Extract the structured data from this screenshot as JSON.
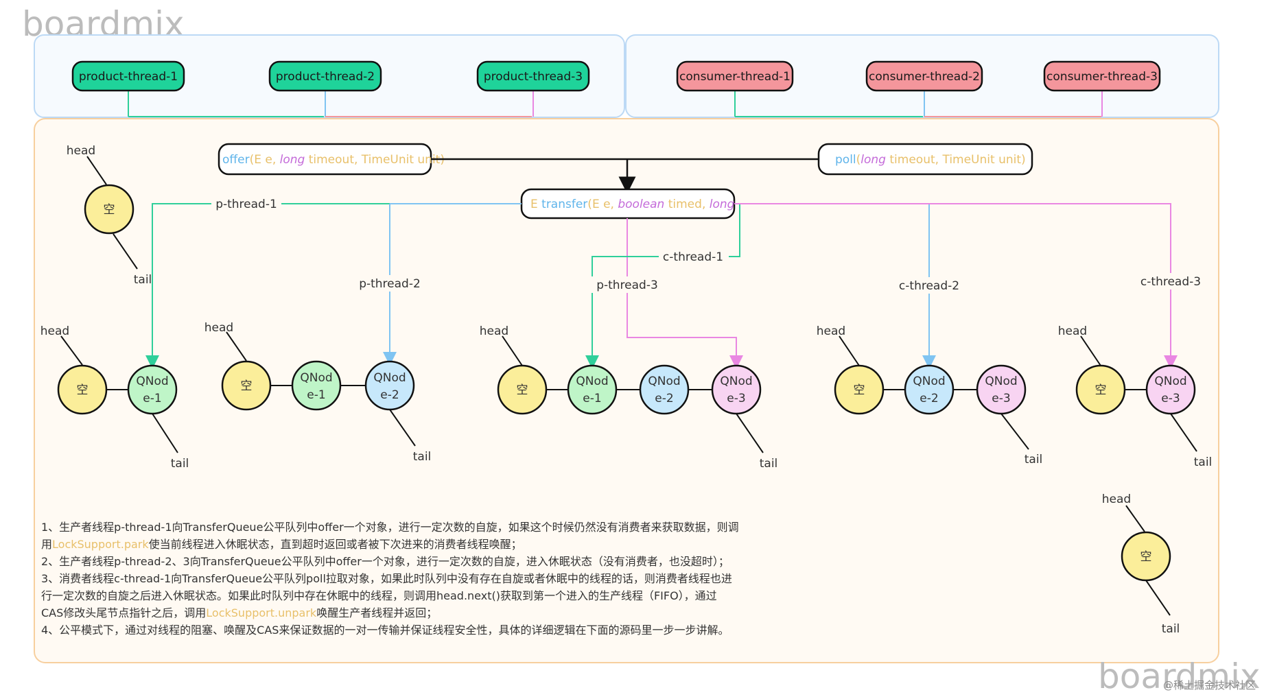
{
  "watermark": "boardmix",
  "producers": [
    "product-thread-1",
    "product-thread-2",
    "product-thread-3"
  ],
  "consumers": [
    "consumer-thread-1",
    "consumer-thread-2",
    "consumer-thread-3"
  ],
  "offer_sig": {
    "name": "offer",
    "p1": "E e",
    "kw1": "long",
    "p2": "timeout",
    "p3": "TimeUnit unit"
  },
  "poll_sig": {
    "name": "poll",
    "kw1": "long",
    "p2": "timeout",
    "p3": "TimeUnit unit"
  },
  "transfer_sig": {
    "ret": "E",
    "name": "transfer",
    "p1": "E e",
    "kw1": "boolean",
    "p2": "timed",
    "kw2": "long"
  },
  "edge_labels": {
    "p1": "p-thread-1",
    "p2": "p-thread-2",
    "p3": "p-thread-3",
    "c1": "c-thread-1",
    "c2": "c-thread-2",
    "c3": "c-thread-3"
  },
  "labels": {
    "head": "head",
    "tail": "tail",
    "empty": "空",
    "qnode_line1": "QNod"
  },
  "qnodes": {
    "n1": "e-1",
    "n2": "e-2",
    "n3": "e-3"
  },
  "notes": [
    "1、生产者线程p-thread-1向TransferQueue公平队列中offer一个对象，进行一定次数的自旋，如果这个时候仍然没有消费者来获取数据，则调",
    "用",
    "LockSupport.park",
    "使当前线程进入休眠状态，直到超时返回或者被下次进来的消费者线程唤醒；",
    "2、生产者线程p-thread-2、3向TransferQueue公平队列中offer一个对象，进行一定次数的自旋，进入休眠状态（没有消费者，也没超时）；",
    "3、消费者线程c-thread-1向TransferQueue公平队列poll拉取对象，如果此时队列中没有存在自旋或者休眠中的线程的话，则消费者线程也进",
    "行一定次数的自旋之后进入休眠状态。如果此时队列中存在休眠中的线程，则调用head.next()获取到第一个进入的生产线程（FIFO），通过",
    "CAS修改头尾节点指针之后，调用",
    "LockSupport.unpark",
    "唤醒生产者线程并返回；",
    "4、公平模式下，通过对线程的阻塞、唤醒及CAS来保证数据的一对一传输并保证线程安全性，具体的详细逻辑在下面的源码里一步一步讲解。"
  ],
  "footer": "@稀土掘金技术社区",
  "colors": {
    "producer": "#1fd39a",
    "consumer": "#f4969c",
    "green": "#2fcf9a",
    "blue": "#7fc4f2",
    "pink": "#e987e2",
    "yellow": "#fbee9a",
    "qgreen": "#bff5c8",
    "qblue": "#c7e8fb",
    "qpink": "#f8d4f2"
  }
}
